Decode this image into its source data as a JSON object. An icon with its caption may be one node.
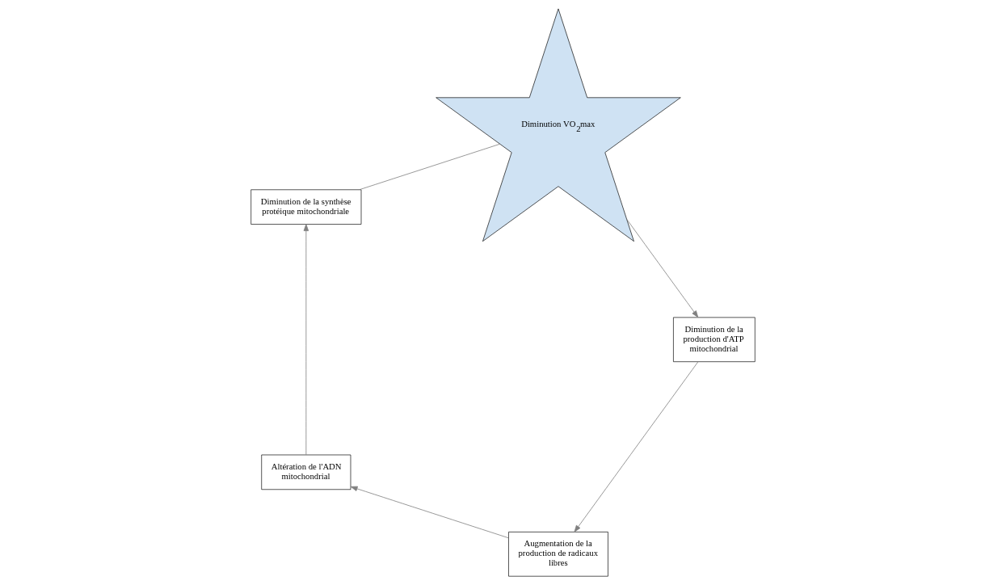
{
  "diagram": {
    "nodes": [
      {
        "text": [
          "Augmentation de la production de radicaux libres"
        ]
      },
      {
        "text": [
          "Altération de l'ADN mitochondrial"
        ]
      },
      {
        "text": [
          "Diminution de la synthèse protéique mitochondriale"
        ]
      },
      {
        "text": [
          "Diminution VO$_{2}$max"
        ]
      },
      {
        "text": [
          "Diminution de la production d'ATP mitochondrial"
        ]
      }
    ],
    "edges": [
      {
        "from": 0,
        "to": 1,
        "arrow": "to"
      },
      {
        "from": 1,
        "to": 2,
        "arrow": "to"
      },
      {
        "from": 2,
        "to": 3,
        "arrow": "none"
      },
      {
        "from": 3,
        "to": 4,
        "arrow": "to"
      },
      {
        "from": 4,
        "to": 0,
        "arrow": "to"
      }
    ]
  }
}
